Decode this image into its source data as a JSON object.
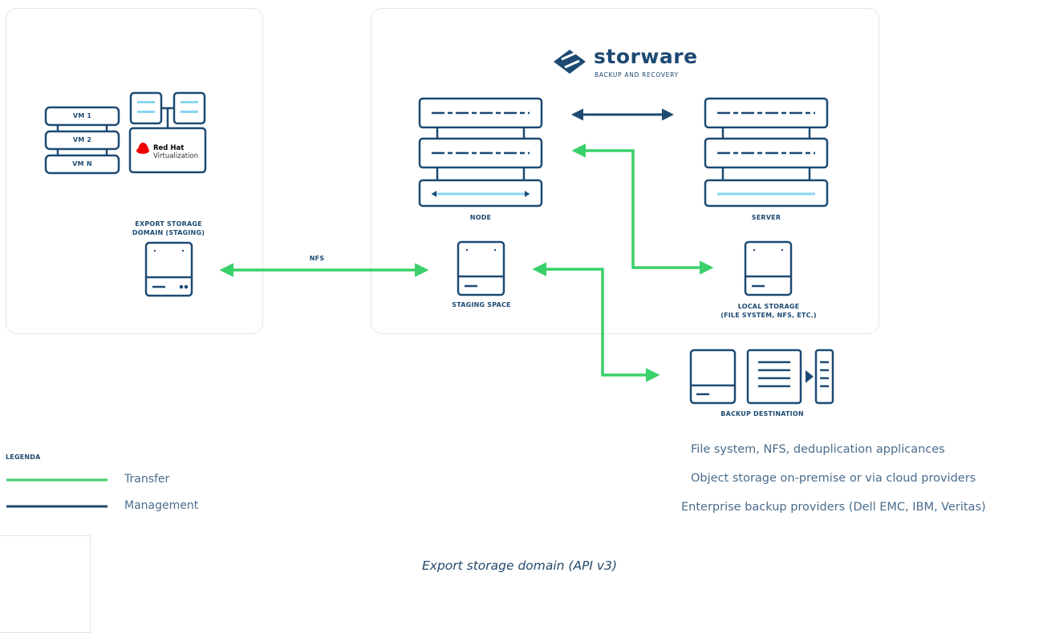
{
  "colors": {
    "transfer": "#3ad06a",
    "management": "#1d4a72",
    "panel_border": "#e3e6ea"
  },
  "hypervisor": {
    "vms": [
      "VM 1",
      "VM 2",
      "VM N"
    ],
    "platform_line1": "Red Hat",
    "platform_line2": "Virtualization",
    "platform_logo_icon": "redhat-logo"
  },
  "storware": {
    "brand": "storware",
    "tagline": "BACKUP AND RECOVERY",
    "logo_icon": "storware-logo"
  },
  "labels": {
    "export_storage_1": "EXPORT STORAGE",
    "export_storage_2": "DOMAIN (STAGING)",
    "nfs": "NFS",
    "node": "NODE",
    "server": "SERVER",
    "staging_space": "STAGING SPACE",
    "local_storage_1": "LOCAL STORAGE",
    "local_storage_2": "(FILE SYSTEM, NFS, ETC.)",
    "backup_destination": "BACKUP DESTINATION"
  },
  "legend": {
    "title": "LEGENDA",
    "transfer": "Transfer",
    "management": "Management"
  },
  "destinations": [
    "File system, NFS, deduplication applicances",
    "Object storage on-premise or via cloud providers",
    "Enterprise backup providers (Dell EMC, IBM, Veritas)"
  ],
  "caption": "Export storage domain (API v3)"
}
